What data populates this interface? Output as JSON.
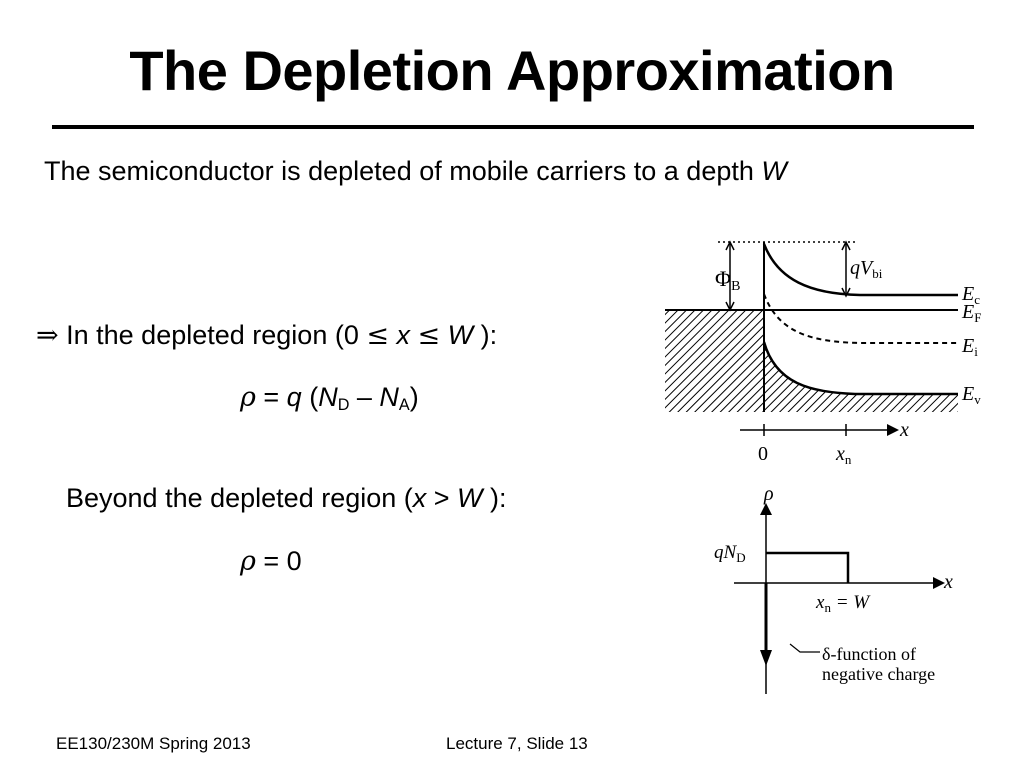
{
  "slide": {
    "title": "The Depletion Approximation",
    "intro": {
      "text": "The semiconductor is depleted of mobile carriers to a depth ",
      "var": "W"
    },
    "depleted": {
      "arrow": "⇒",
      "text1": " In the depleted region (0 ",
      "le1": "≤",
      "x": " x ",
      "le2": "≤",
      "w": " W",
      "text2": " ):"
    },
    "eq1": {
      "rho": "ρ",
      "eq": " = ",
      "q": "q",
      "paren_open": " (",
      "N1": "N",
      "sub1": "D",
      "minus": " – ",
      "N2": "N",
      "sub2": "A",
      "paren_close": ")"
    },
    "beyond": {
      "text1": "Beyond the depleted region (",
      "x": "x",
      "gt": " > ",
      "w": "W",
      "text2": " ):"
    },
    "eq2": {
      "rho": "ρ",
      "rest": " = 0"
    }
  },
  "band_diagram": {
    "phi": "Φ",
    "phi_sub": "B",
    "qv": "qV",
    "qv_sub": "bi",
    "ec": "E",
    "ec_sub": "c",
    "ef": "E",
    "ef_sub": "F",
    "ei": "E",
    "ei_sub": "i",
    "ev": "E",
    "ev_sub": "v",
    "x_axis": "x",
    "tick0": "0",
    "tickxn": "x",
    "tickxn_sub": "n"
  },
  "charge_diagram": {
    "rho_axis": "ρ",
    "qnd": "qN",
    "qnd_sub": "D",
    "x_axis": "x",
    "xn_w": "x",
    "xn_w_sub": "n",
    "xn_w_rest": " = W",
    "delta_line1": "δ-function of",
    "delta_line2": "negative charge"
  },
  "footer": {
    "left": "EE130/230M Spring 2013",
    "right": "Lecture 7, Slide 13"
  }
}
